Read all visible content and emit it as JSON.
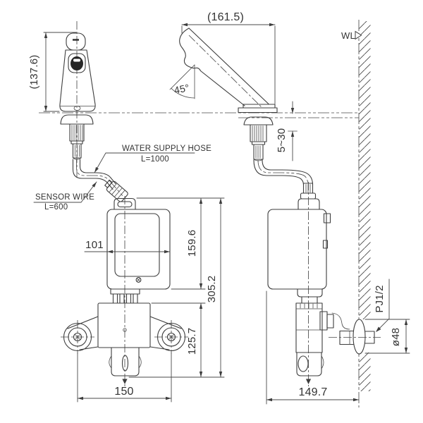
{
  "drawing": {
    "dimensions": {
      "front_height": "(137.6)",
      "side_reach": "(161.5)",
      "spout_angle": "45°",
      "deck_thickness": "5~30",
      "controller_width": "101",
      "controller_height": "159.6",
      "overall_height": "305.2",
      "valve_height": "125.7",
      "valve_width": "150",
      "side_depth": "149.7",
      "supply_thread": "PJ1/2",
      "escutcheon_diameter": "ø48"
    },
    "labels": {
      "water_supply_hose": "WATER SUPPLY HOSE",
      "water_supply_hose_length": "L=1000",
      "sensor_wire": "SENSOR WIRE",
      "sensor_wire_length": "L=600",
      "wall_line": "WL"
    }
  }
}
